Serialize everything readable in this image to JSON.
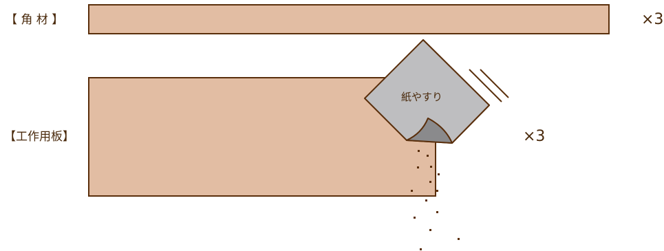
{
  "labels": {
    "square_lumber": "【 角 材 】",
    "plywood_board": "【工作用板】"
  },
  "counts": {
    "square_lumber": "×3",
    "plywood_board": "×3"
  },
  "sandpaper": {
    "label": "紙やすり"
  },
  "colors": {
    "wood_fill": "#e2bda3",
    "outline": "#5a2f0c",
    "paper_fill": "#bebec0",
    "paper_backside": "#8a8a8c",
    "dust": "#5a2f0c",
    "text": "#4a2a0c"
  }
}
